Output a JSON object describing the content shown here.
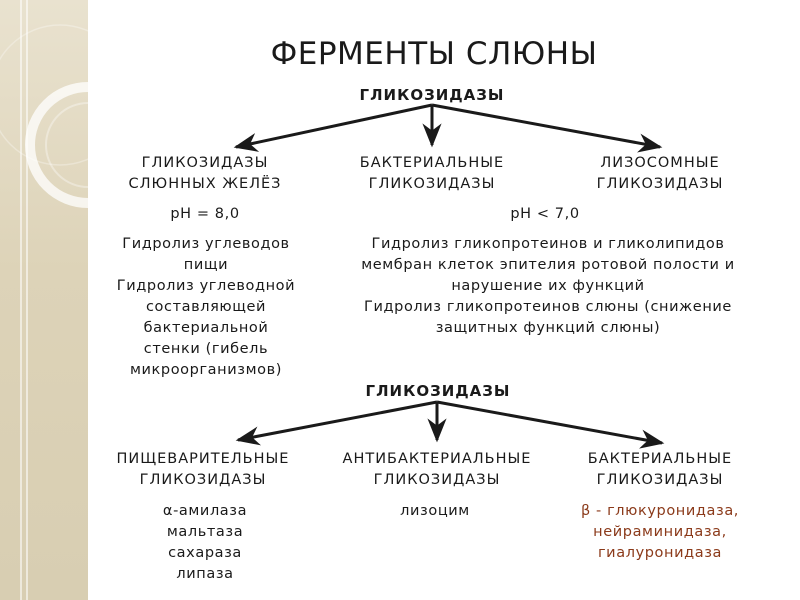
{
  "title": "ФЕРМЕНТЫ СЛЮНЫ",
  "section1": {
    "root": "ГЛИКОЗИДАЗЫ",
    "branches": [
      {
        "heading_lines": [
          "ГЛИКОЗИДАЗЫ",
          "СЛЮННЫХ ЖЕЛЁЗ"
        ]
      },
      {
        "heading_lines": [
          "БАКТЕРИАЛЬНЫЕ",
          "ГЛИКОЗИДАЗЫ"
        ]
      },
      {
        "heading_lines": [
          "ЛИЗОСОМНЫЕ",
          "ГЛИКОЗИДАЗЫ"
        ]
      }
    ],
    "ph_left": "pH = 8,0",
    "ph_right": "pH < 7,0",
    "left_text_lines": [
      "Гидролиз углеводов",
      "пищи",
      "Гидролиз углеводной",
      "составляющей",
      "бактериальной",
      "стенки (гибель",
      "микроорганизмов)"
    ],
    "right_text_lines": [
      "Гидролиз гликопротеинов и гликолипидов",
      "мембран клеток эпителия ротовой полости и",
      "нарушение их функций",
      "Гидролиз гликопротеинов слюны (снижение",
      "защитных функций слюны)"
    ]
  },
  "section2": {
    "root": "ГЛИКОЗИДАЗЫ",
    "branches": [
      {
        "heading_lines": [
          "ПИЩЕВАРИТЕЛЬНЫЕ",
          "ГЛИКОЗИДАЗЫ"
        ],
        "items": [
          "α-амилаза",
          "мальтаза",
          "сахараза",
          "липаза"
        ]
      },
      {
        "heading_lines": [
          "АНТИБАКТЕРИАЛЬНЫЕ",
          "ГЛИКОЗИДАЗЫ"
        ],
        "items": [
          "лизоцим"
        ]
      },
      {
        "heading_lines": [
          "БАКТЕРИАЛЬНЫЕ",
          "ГЛИКОЗИДАЗЫ"
        ],
        "items": [
          "β - глюкуронидаза,",
          "нейраминидаза,",
          "гиалуронидаза"
        ]
      }
    ]
  },
  "colors": {
    "sidebar": "#ddd3b8",
    "text": "#1a1a1a",
    "accent_brown": "#8b3a1a"
  }
}
